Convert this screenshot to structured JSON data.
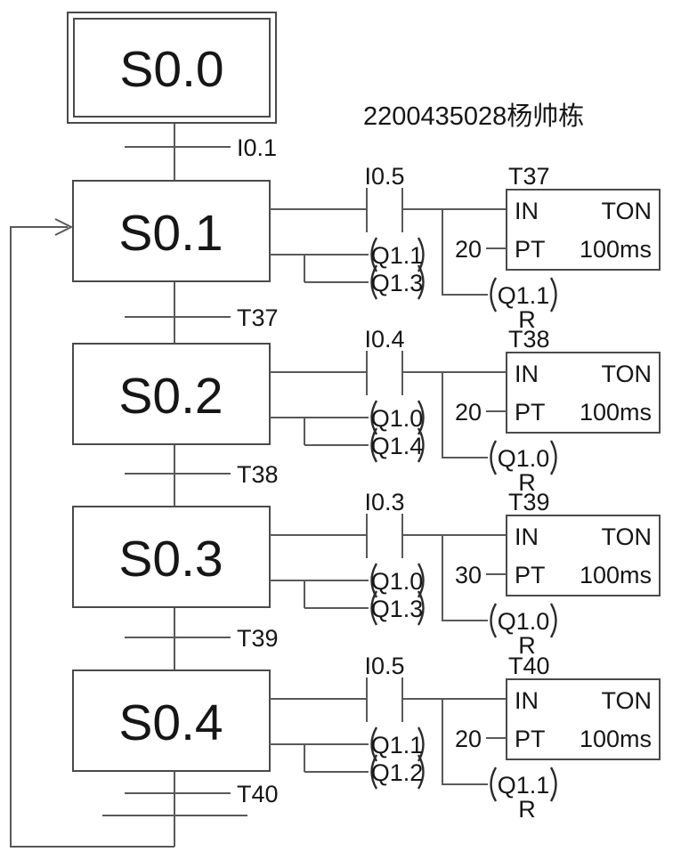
{
  "title": "2200435028杨帅栋",
  "colors": {
    "line": "#595959",
    "box_border": "#4a4a4a",
    "text": "#161616",
    "background": "#ffffff"
  },
  "diagram_type": "PLC sequential function chart with TON timer rungs",
  "initial_step": {
    "label": "S0.0"
  },
  "transitions": [
    {
      "condition": "I0.1"
    },
    {
      "condition": "T37"
    },
    {
      "condition": "T38"
    },
    {
      "condition": "T39"
    },
    {
      "condition": "T40"
    }
  ],
  "steps": [
    {
      "label": "S0.1",
      "contact": "I0.5",
      "coils": [
        "Q1.1",
        "Q1.3"
      ],
      "timer": {
        "name": "T37",
        "type": "TON",
        "in_label": "IN",
        "pt_label": "PT",
        "pt_value": "20",
        "time_base": "100ms"
      },
      "reset": {
        "operand": "Q1.1",
        "r_label": "R"
      }
    },
    {
      "label": "S0.2",
      "contact": "I0.4",
      "coils": [
        "Q1.0",
        "Q1.4"
      ],
      "timer": {
        "name": "T38",
        "type": "TON",
        "in_label": "IN",
        "pt_label": "PT",
        "pt_value": "20",
        "time_base": "100ms"
      },
      "reset": {
        "operand": "Q1.0",
        "r_label": "R"
      }
    },
    {
      "label": "S0.3",
      "contact": "I0.3",
      "coils": [
        "Q1.0",
        "Q1.3"
      ],
      "timer": {
        "name": "T39",
        "type": "TON",
        "in_label": "IN",
        "pt_label": "PT",
        "pt_value": "30",
        "time_base": "100ms"
      },
      "reset": {
        "operand": "Q1.0",
        "r_label": "R"
      }
    },
    {
      "label": "S0.4",
      "contact": "I0.5",
      "coils": [
        "Q1.1",
        "Q1.2"
      ],
      "timer": {
        "name": "T40",
        "type": "TON",
        "in_label": "IN",
        "pt_label": "PT",
        "pt_value": "20",
        "time_base": "100ms"
      },
      "reset": {
        "operand": "Q1.1",
        "r_label": "R"
      }
    }
  ]
}
